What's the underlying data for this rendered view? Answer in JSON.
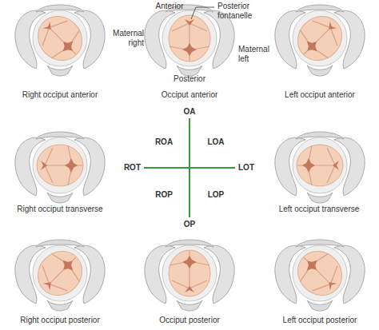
{
  "diagram": {
    "labels": [
      "Anterior",
      "Posterior fontanelle",
      "Maternal right",
      "Maternal left",
      "Posterior",
      "Right occiput anterior",
      "Occiput anterior",
      "Left occiput anterior",
      "OA",
      "ROA",
      "LOA",
      "ROT",
      "LOT",
      "ROP",
      "LOP",
      "OP",
      "Right occiput transverse",
      "Left occiput transverse",
      "Right occiput posterior",
      "Occiput posterior",
      "Left occiput posterior"
    ]
  }
}
